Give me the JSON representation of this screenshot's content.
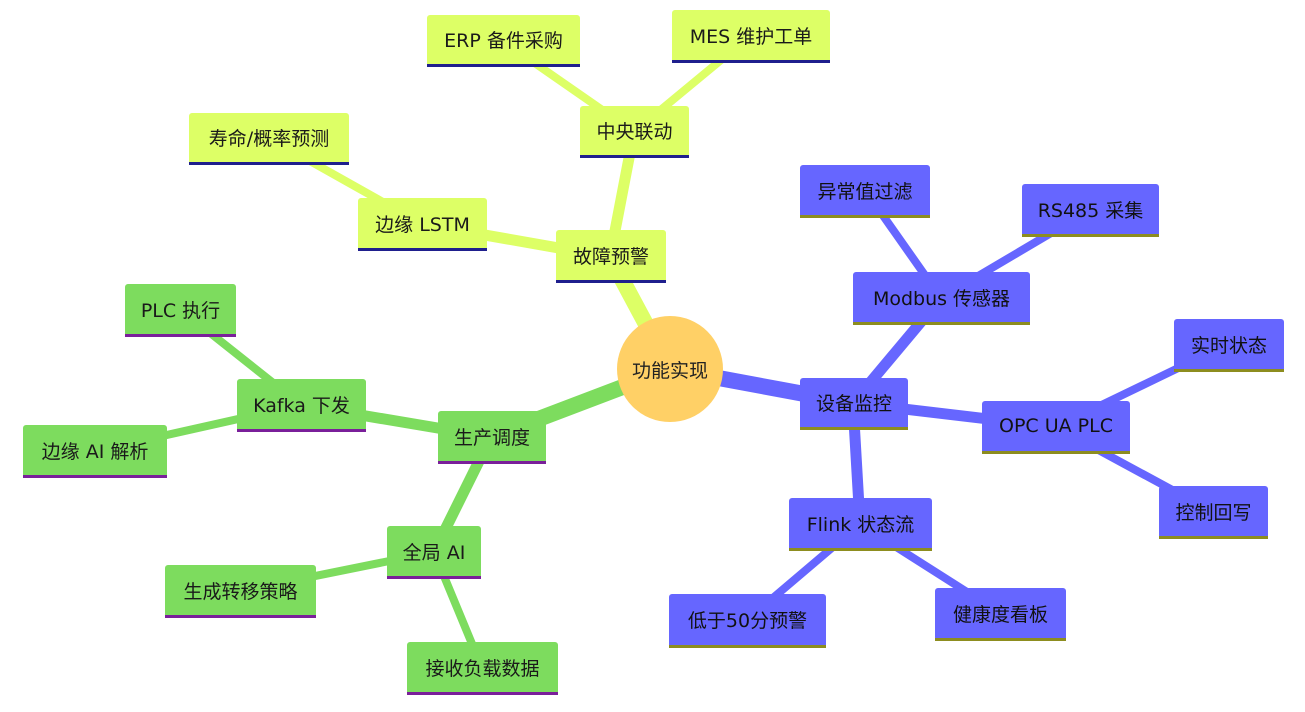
{
  "root": {
    "label": "功能实现",
    "color": "#ffd066"
  },
  "branches": [
    {
      "id": "device",
      "color": "#6666ff",
      "label": "设备监控",
      "children": [
        {
          "label": "Modbus 传感器",
          "children": [
            "异常值过滤",
            "RS485 采集"
          ]
        },
        {
          "label": "OPC UA PLC",
          "children": [
            "实时状态",
            "控制回写"
          ]
        },
        {
          "label": "Flink 状态流",
          "children": [
            "低于50分预警",
            "健康度看板"
          ]
        }
      ]
    },
    {
      "id": "fault",
      "color": "#ddff66",
      "label": "故障预警",
      "children": [
        {
          "label": "中央联动",
          "children": [
            "ERP 备件采购",
            "MES 维护工单"
          ]
        },
        {
          "label": "边缘 LSTM",
          "children": [
            "寿命/概率预测"
          ]
        }
      ]
    },
    {
      "id": "prod",
      "color": "#7ddc5e",
      "label": "生产调度",
      "children": [
        {
          "label": "Kafka 下发",
          "children": [
            "PLC 执行",
            "边缘 AI 解析"
          ]
        },
        {
          "label": "全局 AI",
          "children": [
            "生成转移策略",
            "接收负载数据"
          ]
        }
      ]
    }
  ]
}
